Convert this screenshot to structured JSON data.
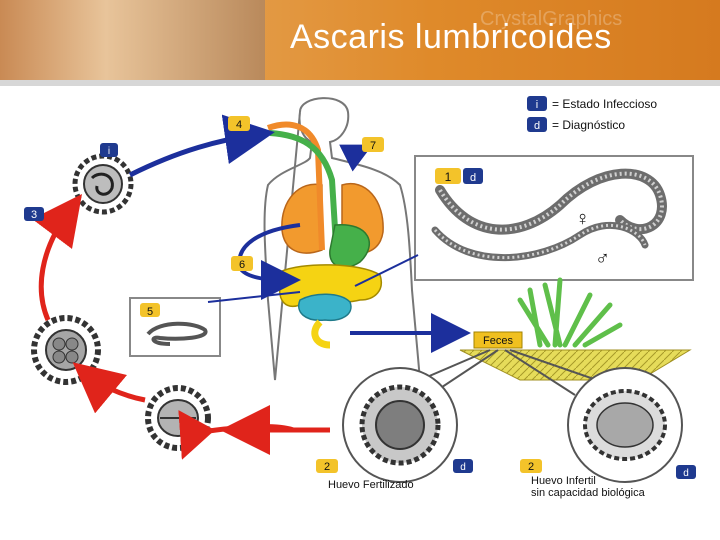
{
  "slide": {
    "title": "Ascaris lumbricoides",
    "watermark": "CrystalGraphics"
  },
  "legend": {
    "infective_badge": "i",
    "infective_label": "= Estado Infeccioso",
    "diagnostic_badge": "d",
    "diagnostic_label": "= Diagnóstico"
  },
  "steps": {
    "s1": "1",
    "s2": "2",
    "s3": "3",
    "s4": "4",
    "s5": "5",
    "s6": "6",
    "s7": "7"
  },
  "badges": {
    "i": "i",
    "d": "d"
  },
  "labels": {
    "feces": "Feces",
    "fertilized_egg": "Huevo Fertilizado",
    "infertile_egg_line1": "Huevo Infertil",
    "infertile_egg_line2": "sin capacidad biológica",
    "female_symbol": "♀",
    "male_symbol": "♂"
  },
  "colors": {
    "header": "#df8a2a",
    "step_badge": "#f3c32a",
    "diag_badge": "#1f3a8f",
    "infect_badge": "#1f3a8f",
    "red_arrow": "#e0241b",
    "blue_arrow": "#1c2f9c",
    "intestine": "#f5d313",
    "lungs": "#f29a2e",
    "stomach": "#45b04a",
    "esophagus_orange": "#f08a2a",
    "colon": "#3bb3c9",
    "feces_box": "#f0c020",
    "soil": "#d8d04a",
    "grass": "#5fbf4a"
  }
}
